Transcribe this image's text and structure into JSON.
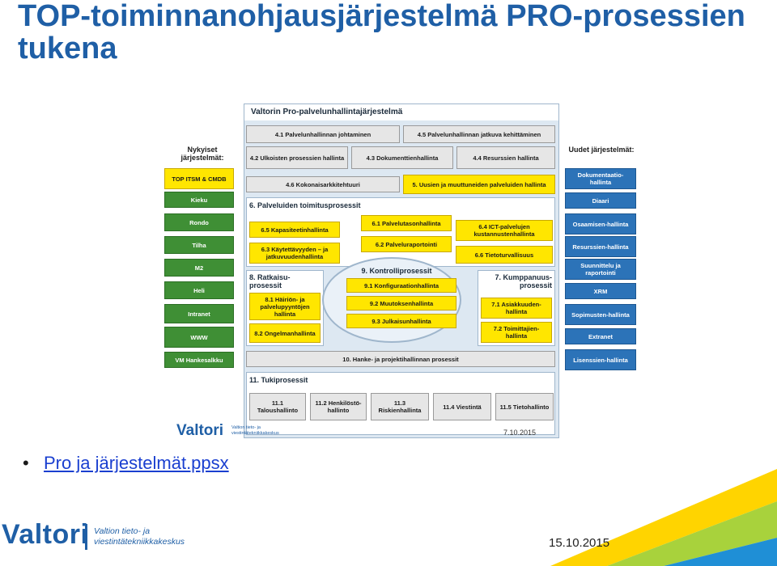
{
  "slide": {
    "title": "TOP-toiminnanohjausjärjestelmä PRO-prosessien tukena",
    "bullet_symbol": "•",
    "link_text": "Pro ja järjestelmät.ppsx",
    "logo_text": "Valtori",
    "logo_subtitle_1": "Valtion tieto- ja",
    "logo_subtitle_2": "viestintätekniikkakeskus",
    "date": "15.10.2015"
  },
  "diagram": {
    "header": "Valtorin Pro-palvelunhallintajärjestelmä",
    "left_heading": "Nykyiset järjestelmät:",
    "left_items": [
      "TOP ITSM & CMDB",
      "Kieku",
      "Rondo",
      "Tilha",
      "M2",
      "Heli",
      "Intranet",
      "WWW",
      "VM Hankesalkku"
    ],
    "right_heading": "Uudet järjestelmät:",
    "right_items": [
      "Dokumentaatio-hallinta",
      "Diaari",
      "Osaamisen-hallinta",
      "Resurssien-hallinta",
      "Suunnittelu ja raportointi",
      "XRM",
      "Sopimusten-hallinta",
      "Extranet",
      "Lisenssien-hallinta"
    ],
    "b41": "4.1 Palvelunhallinnan johtaminen",
    "b45": "4.5 Palvelunhallinnan jatkuva kehittäminen",
    "b42": "4.2 Ulkoisten prosessien hallinta",
    "b43": "4.3 Dokumenttienhallinta",
    "b44": "4.4 Resurssien hallinta",
    "b46": "4.6 Kokonaisarkkitehtuuri",
    "b5": "5. Uusien ja muuttuneiden palveluiden hallinta",
    "sec6": "6. Palveluiden toimitusprosessit",
    "b65": "6.5 Kapasiteetinhallinta",
    "b61": "6.1 Palvelutasonhallinta",
    "b64": "6.4 ICT-palvelujen kustannustenhallinta",
    "b63": "6.3 Käytettävyyden – ja jatkuvuudenhallinta",
    "b62": "6.2 Palveluraportointi",
    "b66": "6.6 Tietoturvallisuus",
    "sec8": "8. Ratkaisu-prosessit",
    "b81": "8.1 Häiriön- ja palvelupyyntöjen hallinta",
    "b82": "8.2 Ongelmanhallinta",
    "sec9": "9. Kontrolliprosessit",
    "b91": "9.1 Konfiguraationhallinta",
    "b92": "9.2 Muutoksenhallinta",
    "b93": "9.3 Julkaisunhallinta",
    "sec7": "7. Kumppanuus-prosessit",
    "b71": "7.1 Asiakkuuden-hallinta",
    "b72": "7.2 Toimittajien-hallinta",
    "b10": "10. Hanke- ja projektihallinnan prosessit",
    "sec11": "11. Tukiprosessit",
    "b111": "11.1 Taloushallinto",
    "b112": "11.2 Henkilöstö-hallinto",
    "b113": "11.3 Riskienhallinta",
    "b114": "11.4 Viestintä",
    "b115": "11.5 Tietohallinto",
    "footer_logo": "Valtori",
    "footer_sub_1": "Valtion tieto- ja",
    "footer_sub_2": "viestintätekniikkakeskus",
    "footer_date": "7.10.2015"
  },
  "colors": {
    "accent": "#1f5fa6",
    "link": "#1a3fd0",
    "yellow": "#ffe600",
    "green": "#3f8f35",
    "blue": "#2c73b8",
    "stripe_1": "#ffd400",
    "stripe_2": "#a8d23c",
    "stripe_3": "#1f8fd6"
  }
}
